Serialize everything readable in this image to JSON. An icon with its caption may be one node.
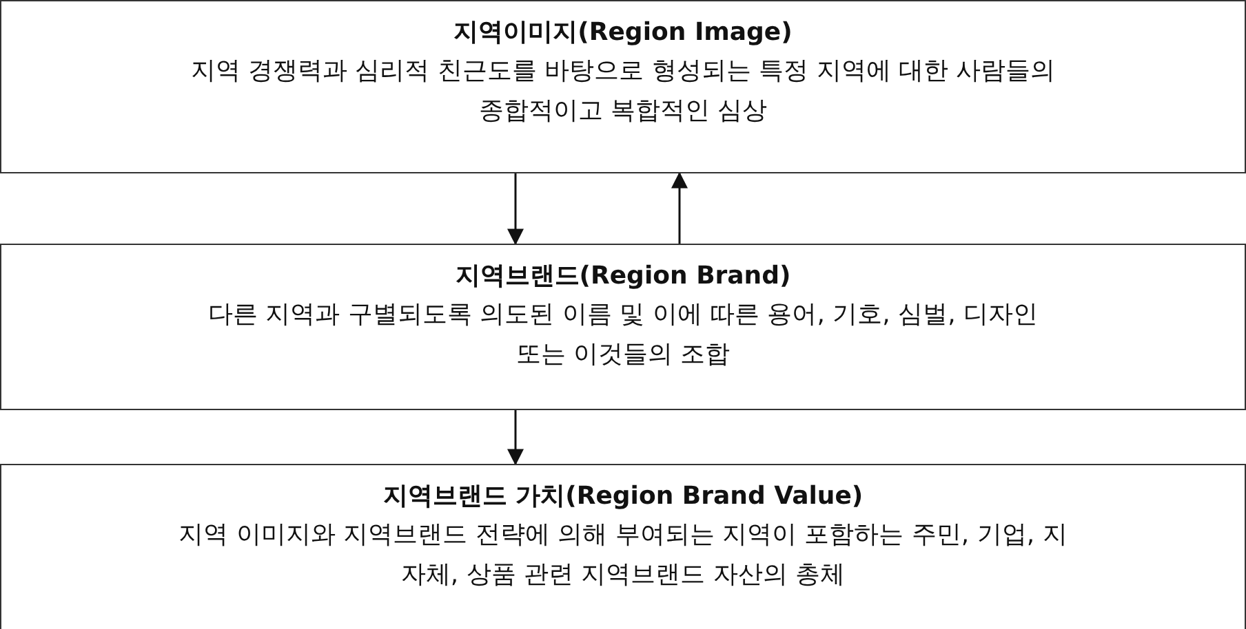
{
  "diagram": {
    "nodes": [
      {
        "text": [
          "지역이미지(Region Image)",
          "지역 경쟁력과 심리적 친근도를 바탕으로 형성되는 특정 지역에 대한 사람들의 종합적이고 복합적인 심상"
        ]
      },
      {
        "text": [
          "지역브랜드(Region Brand)",
          "다른 지역과 구별되도록 의도된 이름 및 이에 따른 용어, 기호, 심벌, 디자인 또는 이것들의 조합"
        ]
      },
      {
        "text": [
          "지역브랜드 가치(Region Brand Value)",
          "지역 이미지와 지역브랜드 전략에 의해 부여되는 지역이 포함하는 주민, 기업, 지자체, 상품 관련 지역브랜드 자산의 총체"
        ]
      }
    ],
    "edges": [
      {
        "from": 0,
        "to": 1,
        "arrow": "to"
      },
      {
        "from": 1,
        "to": 0,
        "arrow": "to"
      },
      {
        "from": 1,
        "to": 2,
        "arrow": "to"
      }
    ]
  }
}
